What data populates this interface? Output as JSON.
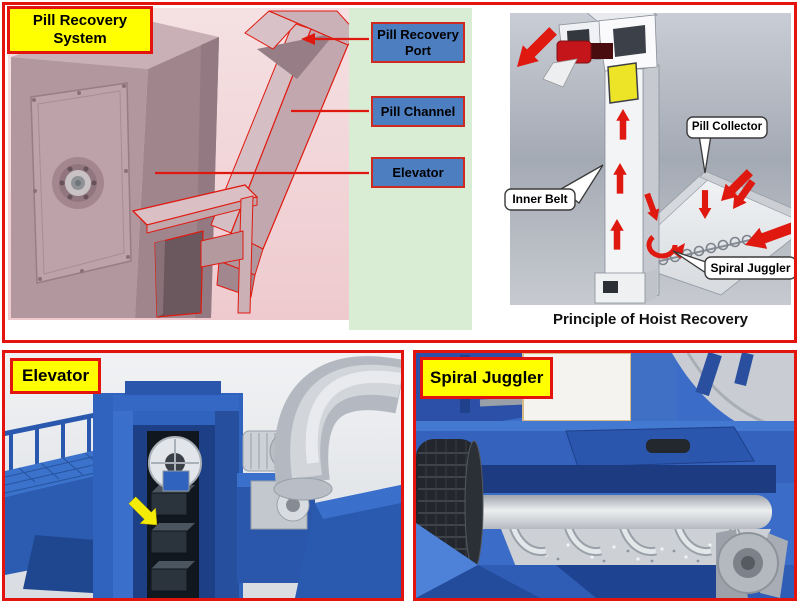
{
  "colors": {
    "frame_red": "#e3140e",
    "label_yellow": "#ffff00",
    "callout_blue": "#4d7ec0",
    "green_strip": "#d9ecd4",
    "pink_background": "#f1d8db",
    "arrow_red": "#df1810",
    "machine_blue": "#3566c0"
  },
  "top_panel": {
    "title": "Pill Recovery System",
    "callouts": [
      {
        "label": "Pill Recovery Port"
      },
      {
        "label": "Pill Channel"
      },
      {
        "label": "Elevator"
      }
    ],
    "hoist_diagram": {
      "caption": "Principle of Hoist Recovery",
      "bubbles": [
        {
          "label": "Inner Belt"
        },
        {
          "label": "Pill Collector"
        },
        {
          "label": "Spiral Juggler"
        }
      ]
    }
  },
  "bottom_left_panel": {
    "title": "Elevator"
  },
  "bottom_right_panel": {
    "title": "Spiral Juggler"
  }
}
